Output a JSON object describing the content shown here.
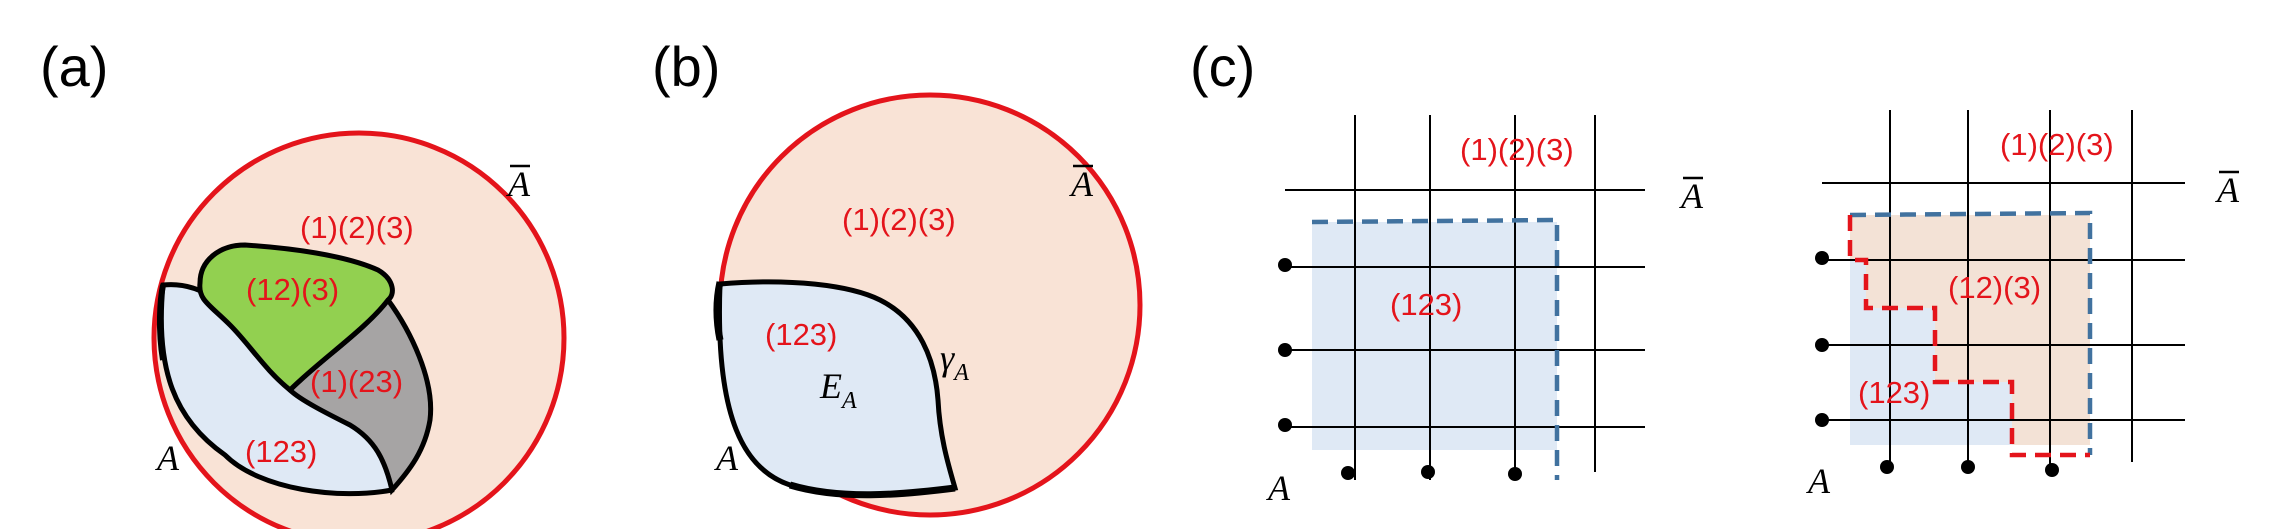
{
  "colors": {
    "peach": "#f9e3d6",
    "lightblue": "#dfe9f5",
    "green": "#92d050",
    "gray": "#a6a4a4",
    "red": "#e4141b",
    "dashed_blue": "#41729f",
    "black": "#000000"
  },
  "panels": {
    "a": {
      "label": "(a)",
      "abar": "A",
      "a_label": "A",
      "regions": [
        "(1)(2)(3)",
        "(12)(3)",
        "(1)(23)",
        "(123)"
      ]
    },
    "b": {
      "label": "(b)",
      "abar": "A",
      "a_label": "A",
      "regions": [
        "(1)(2)(3)",
        "(123)"
      ],
      "ea_main": "E",
      "ea_sub": "A",
      "gamma_main": "γ",
      "gamma_sub": "A"
    },
    "c": {
      "label": "(c)",
      "left": {
        "abar": "A",
        "a_label": "A",
        "regions": [
          "(1)(2)(3)",
          "(123)"
        ]
      },
      "right": {
        "abar": "A",
        "a_label": "A",
        "regions": [
          "(1)(2)(3)",
          "(12)(3)",
          "(123)"
        ]
      }
    }
  }
}
